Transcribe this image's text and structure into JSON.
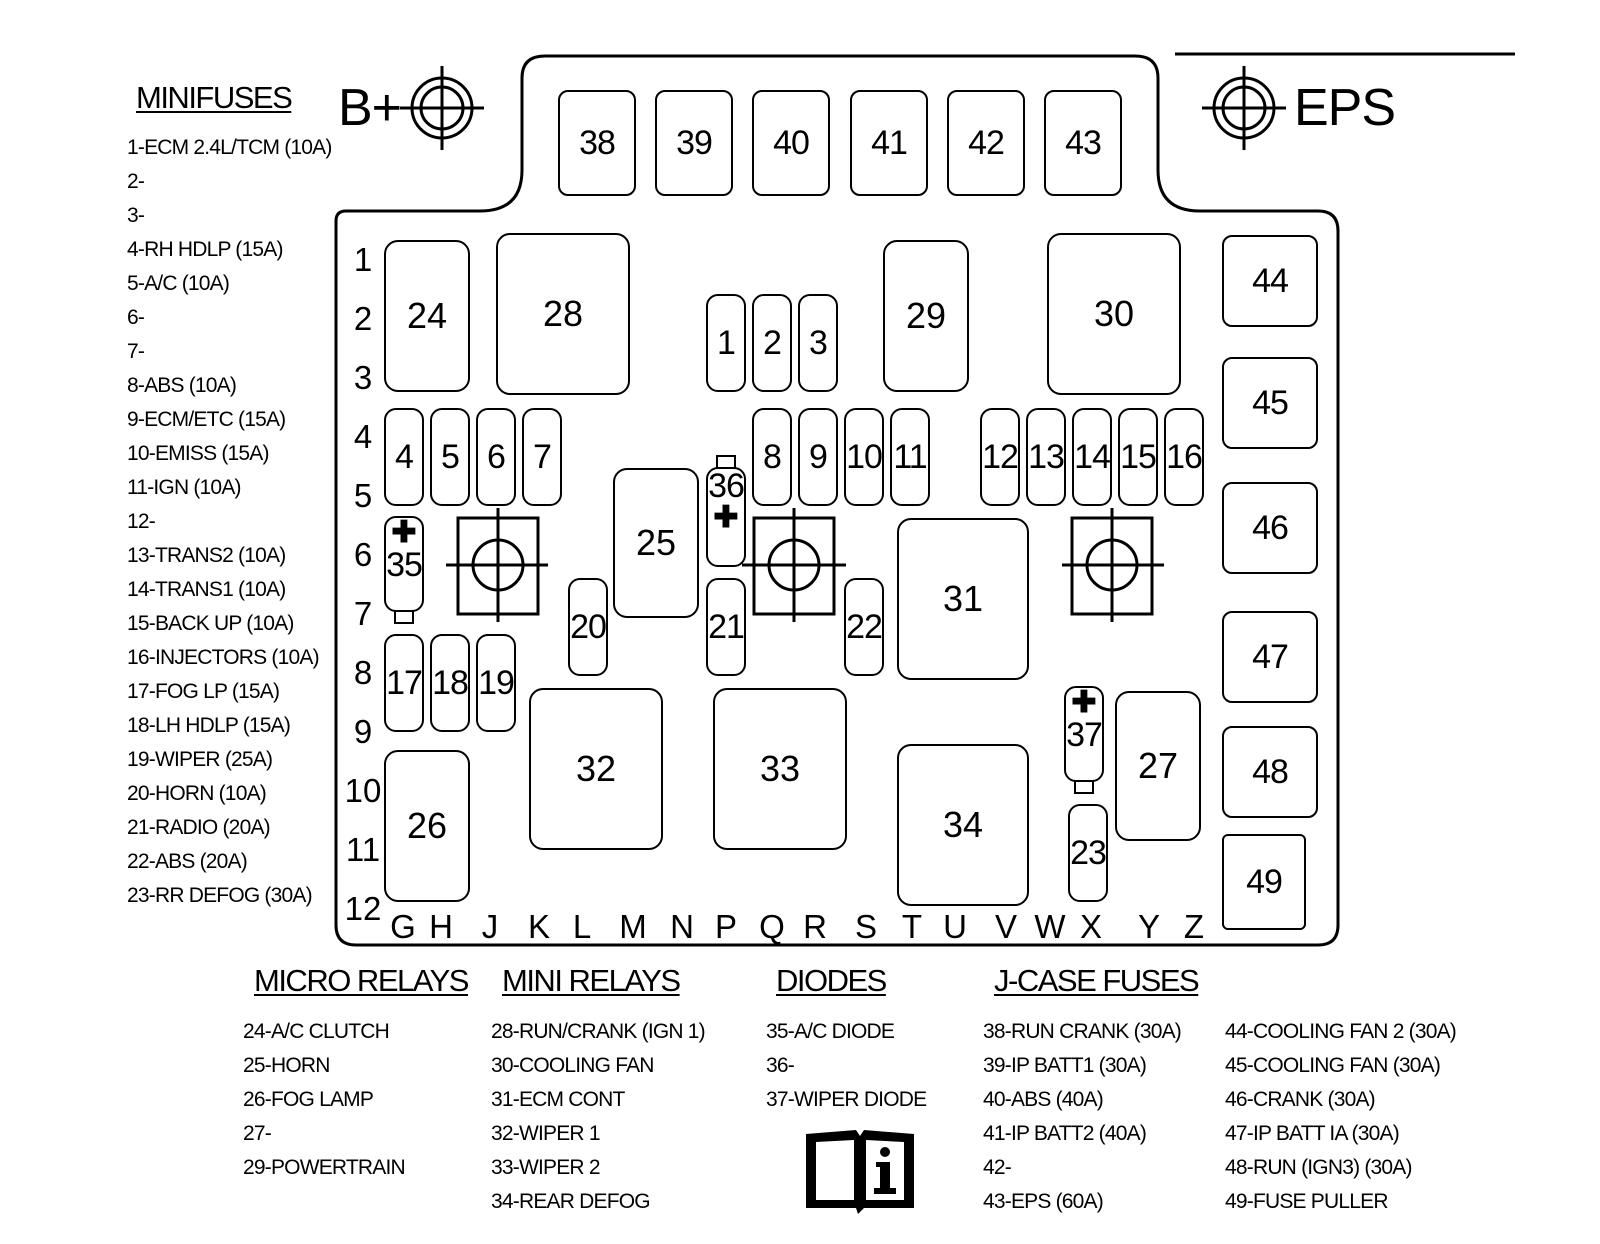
{
  "minifuses": {
    "heading": "MINIFUSES",
    "items": [
      "1-ECM 2.4L/TCM (10A)",
      "2-",
      "3-",
      "4-RH HDLP (15A)",
      "5-A/C (10A)",
      "6-",
      "7-",
      "8-ABS (10A)",
      "9-ECM/ETC (15A)",
      "10-EMISS (15A)",
      "11-IGN (10A)",
      "12-",
      "13-TRANS2 (10A)",
      "14-TRANS1 (10A)",
      "15-BACK UP (10A)",
      "16-INJECTORS (10A)",
      "17-FOG LP (15A)",
      "18-LH HDLP (15A)",
      "19-WIPER (25A)",
      "20-HORN (10A)",
      "21-RADIO (20A)",
      "22-ABS (20A)",
      "23-RR DEFOG (30A)"
    ]
  },
  "terminals": {
    "bplus": "B+",
    "eps": "EPS"
  },
  "rows": [
    "1",
    "2",
    "3",
    "4",
    "5",
    "6",
    "7",
    "8",
    "9",
    "10",
    "11",
    "12"
  ],
  "columns": [
    "G",
    "H",
    "J",
    "K",
    "L",
    "M",
    "N",
    "P",
    "Q",
    "R",
    "S",
    "T",
    "U",
    "V",
    "W",
    "X",
    "Y",
    "Z"
  ],
  "jcase_top": [
    "38",
    "39",
    "40",
    "41",
    "42",
    "43"
  ],
  "jcase_right": [
    "44",
    "45",
    "46",
    "47",
    "48",
    "49"
  ],
  "micro_relays": [
    "24",
    "25",
    "26",
    "27",
    "29"
  ],
  "mini_relays": [
    "28",
    "30",
    "31",
    "32",
    "33",
    "34"
  ],
  "minifuse_slots": [
    "1",
    "2",
    "3",
    "4",
    "5",
    "6",
    "7",
    "8",
    "9",
    "10",
    "11",
    "12",
    "13",
    "14",
    "15",
    "16",
    "17",
    "18",
    "19",
    "20",
    "21",
    "22",
    "23"
  ],
  "diodes_slots": [
    "35",
    "36",
    "37"
  ],
  "legend": {
    "micro_relays": {
      "heading": "MICRO RELAYS",
      "items": [
        "24-A/C CLUTCH",
        "25-HORN",
        "26-FOG LAMP",
        "27-",
        "29-POWERTRAIN"
      ]
    },
    "mini_relays": {
      "heading": "MINI RELAYS",
      "items": [
        "28-RUN/CRANK (IGN 1)",
        "30-COOLING FAN",
        "31-ECM CONT",
        "32-WIPER 1",
        "33-WIPER 2",
        "34-REAR DEFOG"
      ]
    },
    "diodes": {
      "heading": "DIODES",
      "items": [
        "35-A/C DIODE",
        "36-",
        "37-WIPER DIODE"
      ]
    },
    "jcase_fuses": {
      "heading": "J-CASE FUSES",
      "items_a": [
        "38-RUN CRANK (30A)",
        "39-IP BATT1 (30A)",
        "40-ABS (40A)",
        "41-IP BATT2 (40A)",
        "42-",
        "43-EPS (60A)"
      ],
      "items_b": [
        "44-COOLING FAN 2 (30A)",
        "45-COOLING FAN (30A)",
        "46-CRANK (30A)",
        "47-IP BATT IA (30A)",
        "48-RUN (IGN3) (30A)",
        "49-FUSE PULLER"
      ]
    }
  }
}
